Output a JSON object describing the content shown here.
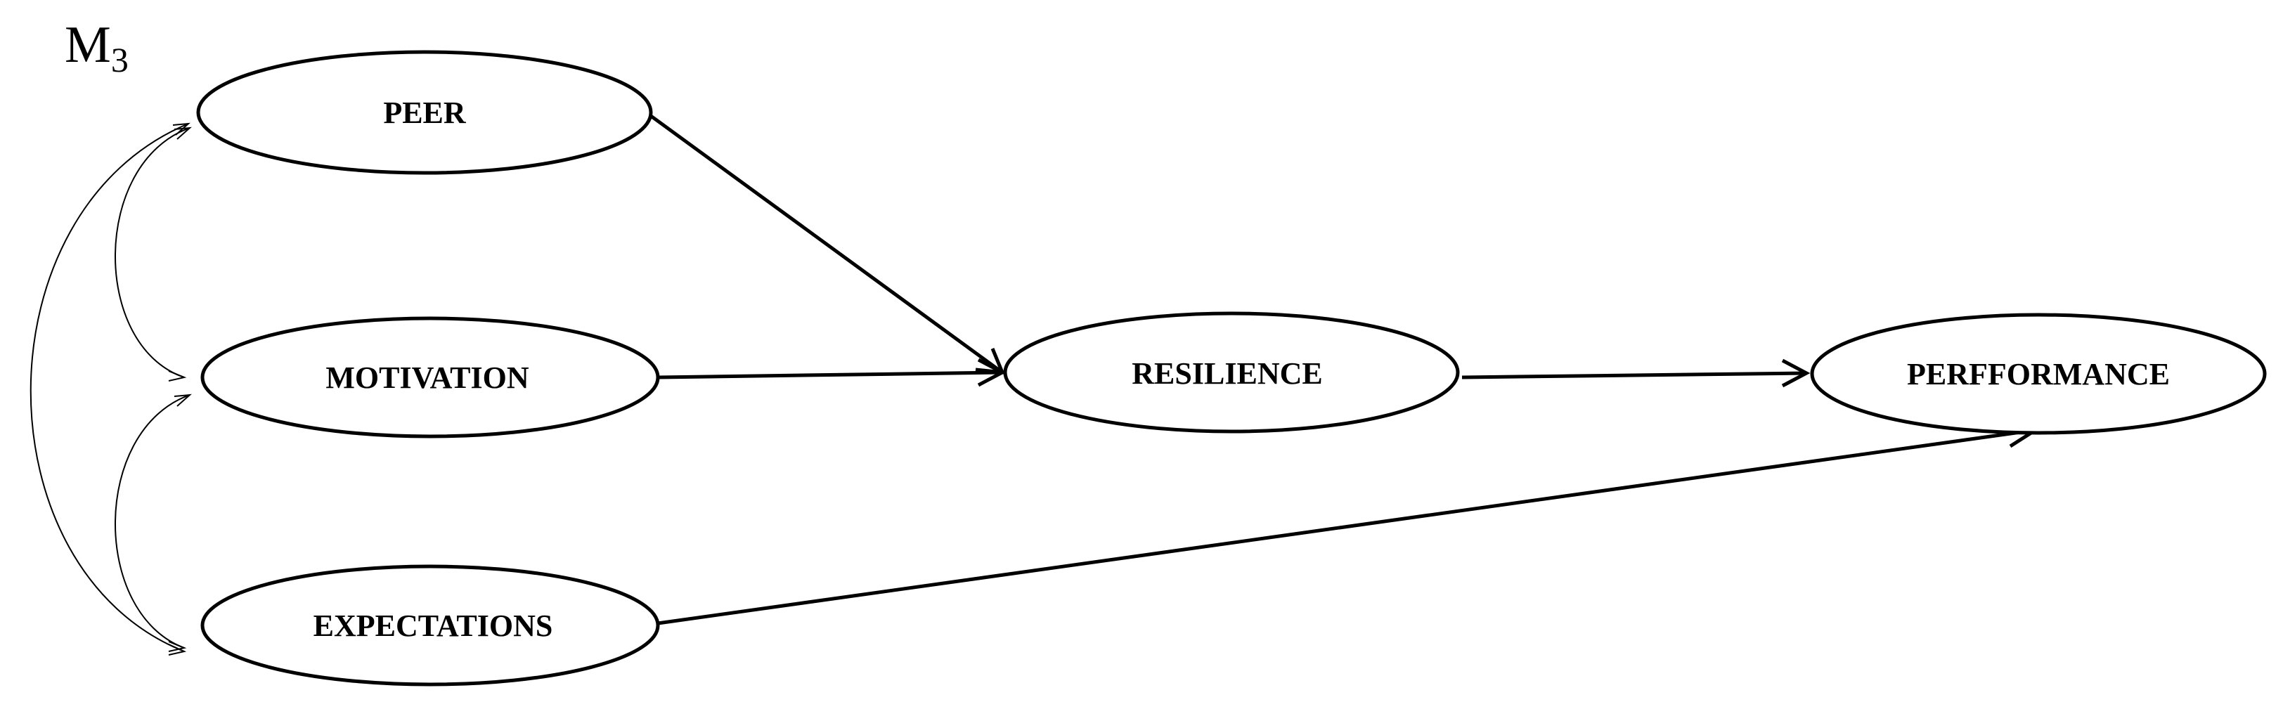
{
  "model": {
    "label": "M",
    "subscript": "3"
  },
  "nodes": {
    "peer": "PEER",
    "motivation": "MOTIVATION",
    "expectations": "EXPECTATIONS",
    "resilience": "RESILIENCE",
    "performance": "PERFFORMANCE"
  },
  "paths": [
    {
      "from": "PEER",
      "to": "RESILIENCE"
    },
    {
      "from": "MOTIVATION",
      "to": "RESILIENCE"
    },
    {
      "from": "RESILIENCE",
      "to": "PERFFORMANCE"
    },
    {
      "from": "EXPECTATIONS",
      "to": "PERFFORMANCE"
    }
  ],
  "covariances": [
    {
      "between": [
        "PEER",
        "MOTIVATION"
      ]
    },
    {
      "between": [
        "MOTIVATION",
        "EXPECTATIONS"
      ]
    },
    {
      "between": [
        "PEER",
        "EXPECTATIONS"
      ]
    }
  ],
  "colors": {
    "stroke": "#000000",
    "background": "#ffffff"
  }
}
